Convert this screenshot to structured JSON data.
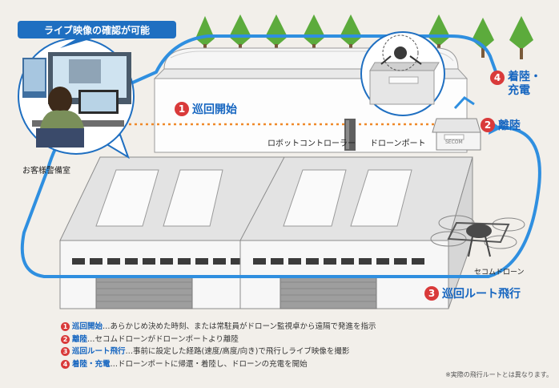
{
  "callout": {
    "text": "ライブ映像の確認が可能"
  },
  "labels": {
    "room": "お客様警備室",
    "controller": "ロボットコントローラー",
    "port": "ドローンポート",
    "drone": "セコムドローン",
    "port_sign": "SECOM"
  },
  "steps": [
    {
      "num": "1",
      "label": "巡回開始"
    },
    {
      "num": "2",
      "label": "離陸"
    },
    {
      "num": "3",
      "label": "巡回ルート飛行"
    },
    {
      "num": "4",
      "label_line1": "着陸・",
      "label_line2": "充電"
    }
  ],
  "legend": [
    {
      "num": "1",
      "term": "巡回開始",
      "desc": "…あらかじめ決めた時刻、または常駐員がドローン監視卓から遠隔で発進を指示"
    },
    {
      "num": "2",
      "term": "離陸",
      "desc": "…セコムドローンがドローンポートより離陸"
    },
    {
      "num": "3",
      "term": "巡回ルート飛行",
      "desc": "…事前に設定した経路(速度/高度/向き)で飛行しライブ映像を撮影"
    },
    {
      "num": "4",
      "term": "着陸・充電",
      "desc": "…ドローンポートに帰還・着陸し、ドローンの充電を開始"
    }
  ],
  "note": "※実際の飛行ルートとは異なります。",
  "colors": {
    "route": "#2f8fe0",
    "step_text": "#1565c0",
    "step_num": "#d93a3a",
    "callout": "#1f6fc1"
  }
}
